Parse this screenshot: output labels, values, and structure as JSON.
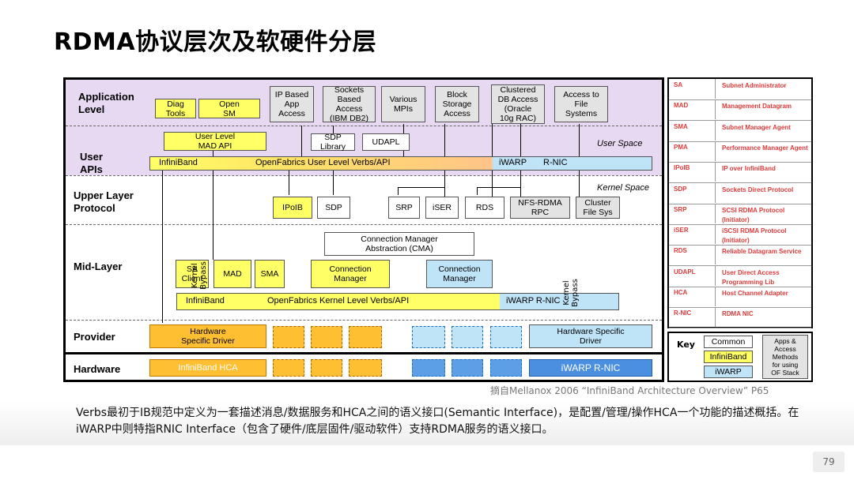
{
  "title": "RDMA协议层次及软硬件分层",
  "levels": {
    "application": "Application\nLevel",
    "user_apis": "User\nAPIs",
    "upper_layer": "Upper Layer\nProtocol",
    "mid_layer": "Mid-Layer",
    "provider": "Provider",
    "hardware": "Hardware"
  },
  "app_boxes": {
    "diag": "Diag\nTools",
    "open_sm": "Open\nSM",
    "ip_based": "IP Based\nApp\nAccess",
    "sockets": "Sockets\nBased\nAccess\n(IBM DB2)",
    "mpis": "Various\nMPIs",
    "block": "Block\nStorage\nAccess",
    "clustered": "Clustered\nDB Access\n(Oracle\n10g RAC)",
    "access_fs": "Access to\nFile\nSystems"
  },
  "user_boxes": {
    "user_mad": "User Level\nMAD API",
    "sdp_lib": "SDP\nLibrary",
    "udapl": "UDAPL",
    "user_space": "User Space",
    "infiniband": "InfiniBand",
    "verbs": "OpenFabrics User Level Verbs/API",
    "iwarp": "iWARP",
    "rnic": "R-NIC"
  },
  "ulp_boxes": {
    "kernel_space": "Kernel Space",
    "ipoib": "IPoIB",
    "sdp": "SDP",
    "srp": "SRP",
    "iser": "iSER",
    "rds": "RDS",
    "nfs": "NFS-RDMA\nRPC",
    "cluster_fs": "Cluster\nFile Sys"
  },
  "mid_boxes": {
    "cm_abs": "Connection Manager\nAbstraction (CMA)",
    "sa_client": "SA\nClient",
    "kernel_bypass": "Kernel\nBypass",
    "mad": "MAD",
    "sma": "SMA",
    "cm_yellow": "Connection\nManager",
    "cm_blue": "Connection\nManager",
    "infiniband": "InfiniBand",
    "verbs": "OpenFabrics Kernel Level Verbs/API",
    "iwarp_rnic": "iWARP R-NIC",
    "kernel_bypass_right": "Kernel\nBypass"
  },
  "provider_boxes": {
    "hw_driver": "Hardware\nSpecific Driver",
    "hw_driver_right": "Hardware Specific\nDriver"
  },
  "hardware_boxes": {
    "ib_hca": "InfiniBand HCA",
    "iwarp_rnic": "iWARP R-NIC"
  },
  "abbreviations": [
    {
      "abbr": "SA",
      "full": "Subnet Administrator"
    },
    {
      "abbr": "MAD",
      "full": "Management Datagram"
    },
    {
      "abbr": "SMA",
      "full": "Subnet Manager Agent"
    },
    {
      "abbr": "PMA",
      "full": "Performance Manager Agent"
    },
    {
      "abbr": "IPoIB",
      "full": "IP over InfiniBand"
    },
    {
      "abbr": "SDP",
      "full": "Sockets Direct Protocol"
    },
    {
      "abbr": "SRP",
      "full": "SCSI RDMA Protocol (Initiator)"
    },
    {
      "abbr": "iSER",
      "full": "iSCSI RDMA Protocol (Initiator)"
    },
    {
      "abbr": "RDS",
      "full": "Reliable Datagram Service"
    },
    {
      "abbr": "UDAPL",
      "full": "User Direct Access Programming Lib"
    },
    {
      "abbr": "HCA",
      "full": "Host Channel Adapter"
    },
    {
      "abbr": "R-NIC",
      "full": "RDMA NIC"
    }
  ],
  "key": {
    "label": "Key",
    "common": "Common",
    "infiniband": "InfiniBand",
    "iwarp": "iWARP",
    "apps_note": "Apps &\nAccess\nMethods\nfor using\nOF Stack"
  },
  "source": "摘自Mellanox 2006 “InfiniBand Architecture Overview” P65",
  "caption": "Verbs最初于IB规范中定义为一套描述消息/数据服务和HCA之间的语义接口(Semantic Interface)，是配置/管理/操作HCA一个功能的描述概括。在iWARP中则特指RNIC Interface（包含了硬件/底层固件/驱动软件）支持RDMA服务的语义接口。",
  "page_number": "79"
}
